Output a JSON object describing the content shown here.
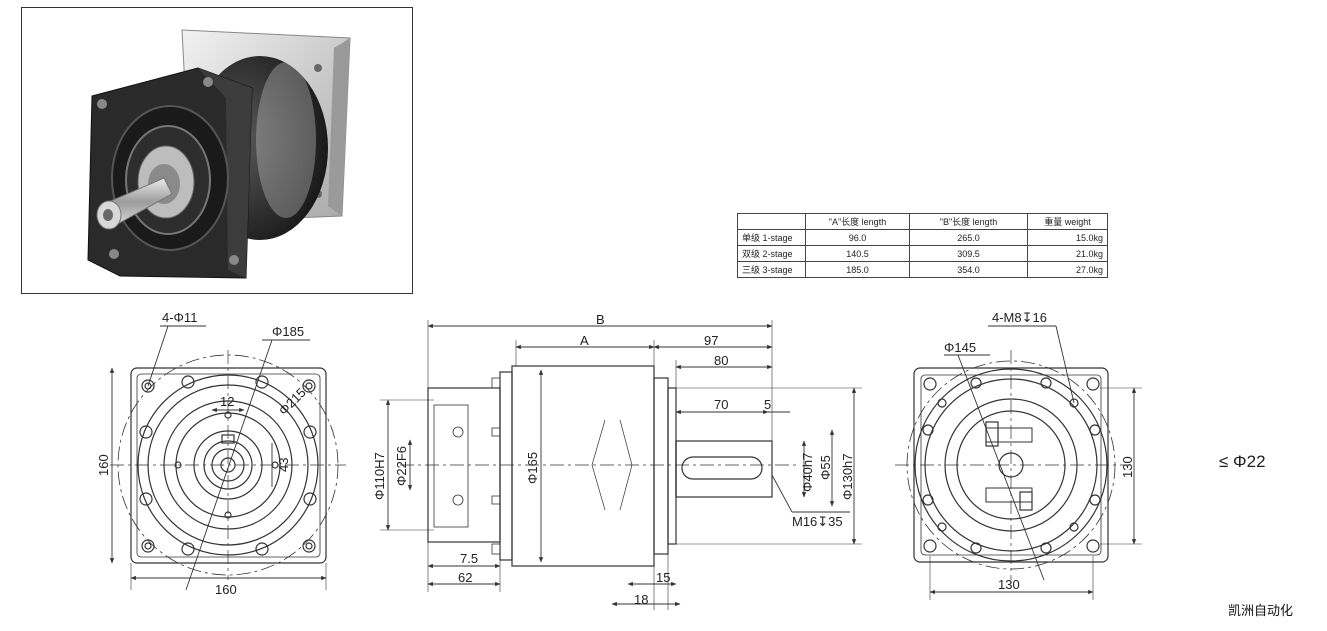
{
  "table": {
    "headers": [
      "",
      "\"A\"长度 length",
      "\"B\"长度  length",
      "重量 weight"
    ],
    "rows": [
      [
        "单级 1-stage",
        "96.0",
        "265.0",
        "15.0kg"
      ],
      [
        "双级 2-stage",
        "140.5",
        "309.5",
        "21.0kg"
      ],
      [
        "三级 3-stage",
        "185.0",
        "354.0",
        "27.0kg"
      ]
    ]
  },
  "front_view": {
    "holes": "4-Φ11",
    "pcd": "Φ185",
    "outer": "Φ215",
    "key_width": "12",
    "key_height": "43",
    "side_v": "160",
    "side_h": "160"
  },
  "side_view": {
    "B": "B",
    "A": "A",
    "d97": "97",
    "d80": "80",
    "d70": "70",
    "d5": "5",
    "bore": "Φ110H7",
    "shaft_in": "Φ22F6",
    "body": "Φ165",
    "d40": "Φ40h7",
    "d55": "Φ55",
    "d130": "Φ130h7",
    "thread": "M16↧35",
    "d7_5": "7.5",
    "d62": "62",
    "d15": "15",
    "d18": "18"
  },
  "rear_view": {
    "holes": "4-M8↧16",
    "pcd": "Φ145",
    "side_v": "130",
    "side_h": "130"
  },
  "limit_note": "≤ Φ22",
  "brand": "凯洲自动化",
  "colors": {
    "line": "#333333",
    "body": "#2b2b2b",
    "metal": "#c9c9c9"
  }
}
